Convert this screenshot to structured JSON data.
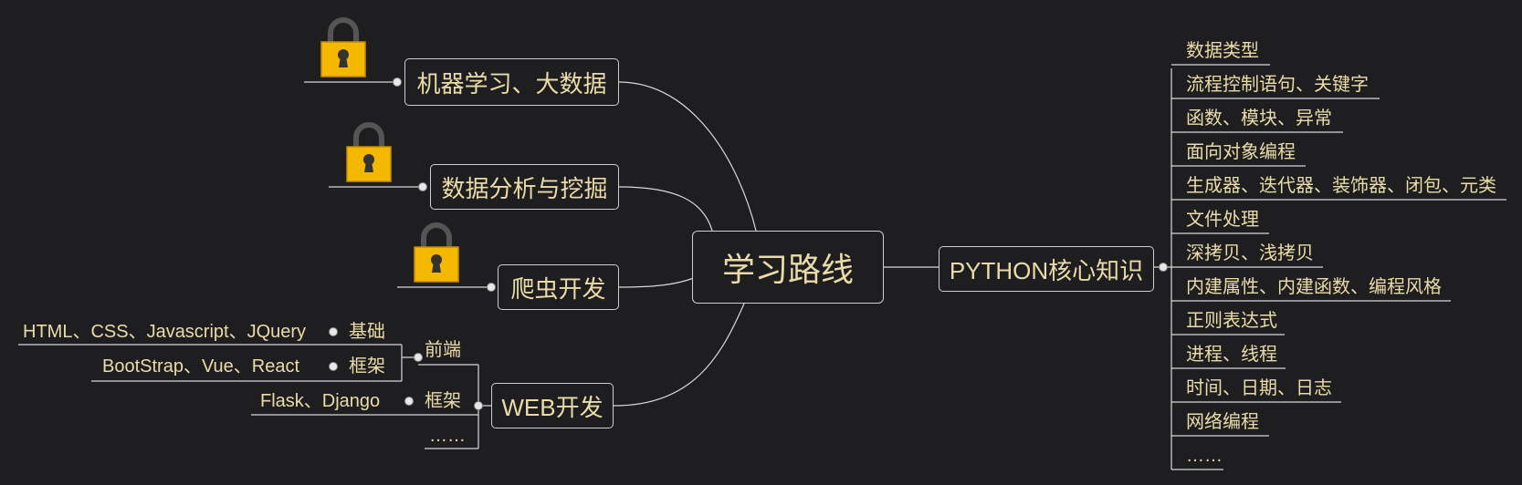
{
  "root": {
    "label": "学习路线"
  },
  "right_branch": {
    "label": "PYTHON核心知识",
    "items": [
      "数据类型",
      "流程控制语句、关键字",
      "函数、模块、异常",
      "面向对象编程",
      "生成器、迭代器、装饰器、闭包、元类",
      "文件处理",
      "深拷贝、浅拷贝",
      "内建属性、内建函数、编程风格",
      "正则表达式",
      "进程、线程",
      "时间、日期、日志",
      "网络编程",
      "……"
    ]
  },
  "left_branches": {
    "ml": {
      "label": "机器学习、大数据",
      "locked": true
    },
    "da": {
      "label": "数据分析与挖掘",
      "locked": true
    },
    "spider": {
      "label": "爬虫开发",
      "locked": true
    },
    "web": {
      "label": "WEB开发",
      "frontend": {
        "label": "前端",
        "basics": {
          "label": "基础",
          "detail": "HTML、CSS、Javascript、JQuery"
        },
        "framework": {
          "label": "框架",
          "detail": "BootStrap、Vue、React"
        }
      },
      "backend_framework": {
        "label": "框架",
        "detail": "Flask、Django"
      },
      "more": "……"
    }
  },
  "colors": {
    "background": "#1e1e20",
    "text": "#eadba8",
    "line": "#d8d8d8",
    "lock_body": "#f5b800",
    "lock_shackle": "#555555"
  }
}
